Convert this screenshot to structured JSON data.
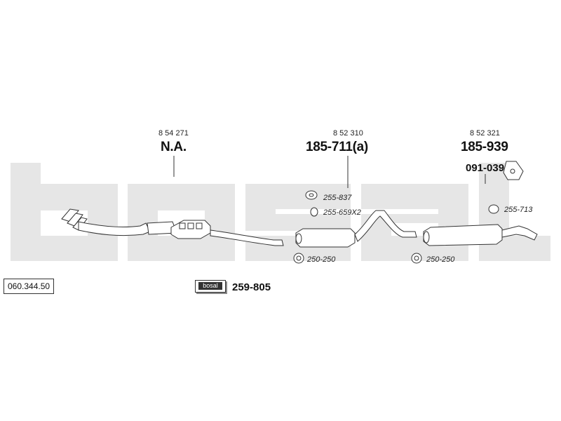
{
  "reference_number": "060.344.50",
  "watermark": "bosal",
  "groups": [
    {
      "oe_number": "8 54 271",
      "part_number": "N.A."
    },
    {
      "oe_number": "8 52 310",
      "part_number": "185-711(a)"
    },
    {
      "oe_number": "8 52 321",
      "part_number": "185-939"
    }
  ],
  "mounting_part": "091-039",
  "accessories": [
    {
      "code": "255-837"
    },
    {
      "code": "255-659X2"
    },
    {
      "code": "255-713"
    },
    {
      "code": "250-250"
    },
    {
      "code": "250-250"
    }
  ],
  "kit": {
    "logo": "bosal",
    "part_number": "259-805"
  },
  "colors": {
    "watermark": "#e6e6e6",
    "lines": "#333333"
  }
}
